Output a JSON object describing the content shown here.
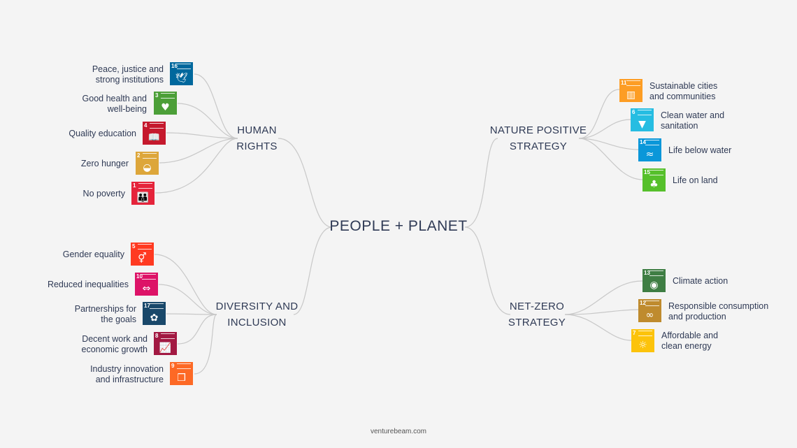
{
  "center": "PEOPLE + PLANET",
  "branches": {
    "human_rights": [
      "HUMAN",
      "RIGHTS"
    ],
    "diversity": [
      "DIVERSITY AND",
      "INCLUSION"
    ],
    "nature": [
      "NATURE POSITIVE",
      "STRATEGY"
    ],
    "netzero": [
      "NET-ZERO",
      "STRATEGY"
    ]
  },
  "goals": {
    "g16": {
      "num": "16",
      "lines": [
        "Peace, justice and",
        "strong institutions"
      ],
      "color": "#00689d",
      "icon": "dove-icon",
      "glyph": "🕊"
    },
    "g3": {
      "num": "3",
      "lines": [
        "Good health and",
        "well-being"
      ],
      "color": "#4c9f38",
      "icon": "heartbeat-icon",
      "glyph": "♥"
    },
    "g4": {
      "num": "4",
      "lines": [
        "Quality education"
      ],
      "color": "#c5192d",
      "icon": "book-icon",
      "glyph": "📖"
    },
    "g2": {
      "num": "2",
      "lines": [
        "Zero hunger"
      ],
      "color": "#dda63a",
      "icon": "bowl-icon",
      "glyph": "◒"
    },
    "g1": {
      "num": "1",
      "lines": [
        "No poverty"
      ],
      "color": "#e5243b",
      "icon": "family-icon",
      "glyph": "👪"
    },
    "g5": {
      "num": "5",
      "lines": [
        "Gender equality"
      ],
      "color": "#ff3a21",
      "icon": "gender-icon",
      "glyph": "⚥"
    },
    "g10": {
      "num": "10",
      "lines": [
        "Reduced inequalities"
      ],
      "color": "#dd1367",
      "icon": "arrows-icon",
      "glyph": "⇔"
    },
    "g17": {
      "num": "17",
      "lines": [
        "Partnerships for",
        "the goals"
      ],
      "color": "#19486a",
      "icon": "flower-icon",
      "glyph": "✿"
    },
    "g8": {
      "num": "8",
      "lines": [
        "Decent work and",
        "economic growth"
      ],
      "color": "#a21942",
      "icon": "growth-chart-icon",
      "glyph": "📈"
    },
    "g9": {
      "num": "9",
      "lines": [
        "Industry innovation",
        "and infrastructure"
      ],
      "color": "#fd6925",
      "icon": "cubes-icon",
      "glyph": "❒"
    },
    "g11": {
      "num": "11",
      "lines": [
        "Sustainable cities",
        "and communities"
      ],
      "color": "#fd9d24",
      "icon": "buildings-icon",
      "glyph": "▥"
    },
    "g6": {
      "num": "6",
      "lines": [
        "Clean water and",
        "sanitation"
      ],
      "color": "#26bde2",
      "icon": "water-glass-icon",
      "glyph": "▼"
    },
    "g14": {
      "num": "14",
      "lines": [
        "Life below water"
      ],
      "color": "#0a97d9",
      "icon": "fish-icon",
      "glyph": "≈"
    },
    "g15": {
      "num": "15",
      "lines": [
        "Life on land"
      ],
      "color": "#56c02b",
      "icon": "tree-icon",
      "glyph": "♣"
    },
    "g13": {
      "num": "13",
      "lines": [
        "Climate action"
      ],
      "color": "#3f7e44",
      "icon": "eye-earth-icon",
      "glyph": "◉"
    },
    "g12": {
      "num": "12",
      "lines": [
        "Responsible consumption",
        "and production"
      ],
      "color": "#bf8b2e",
      "icon": "infinity-icon",
      "glyph": "∞"
    },
    "g7": {
      "num": "7",
      "lines": [
        "Affordable and",
        "clean energy"
      ],
      "color": "#fcc30b",
      "icon": "sun-icon",
      "glyph": "☼"
    }
  },
  "footer": "venturebeam.com"
}
